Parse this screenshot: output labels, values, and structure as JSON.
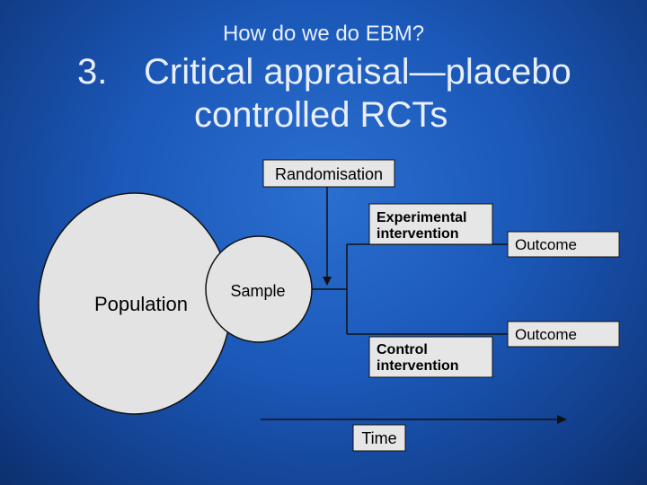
{
  "slide": {
    "subtitle": "How do we do EBM?",
    "title_number": "3.",
    "title_line1": "Critical appraisal—placebo",
    "title_line2": "controlled RCTs"
  },
  "diagram": {
    "randomisation": "Randomisation",
    "experimental_line1": "Experimental",
    "experimental_line2": "intervention",
    "outcome_top": "Outcome",
    "population": "Population",
    "sample": "Sample",
    "outcome_bottom": "Outcome",
    "control_line1": "Control",
    "control_line2": "intervention",
    "time": "Time"
  },
  "colors": {
    "circle_fill": "#e3e3e3",
    "box_fill": "#e6e6e6",
    "line": "#111111"
  }
}
